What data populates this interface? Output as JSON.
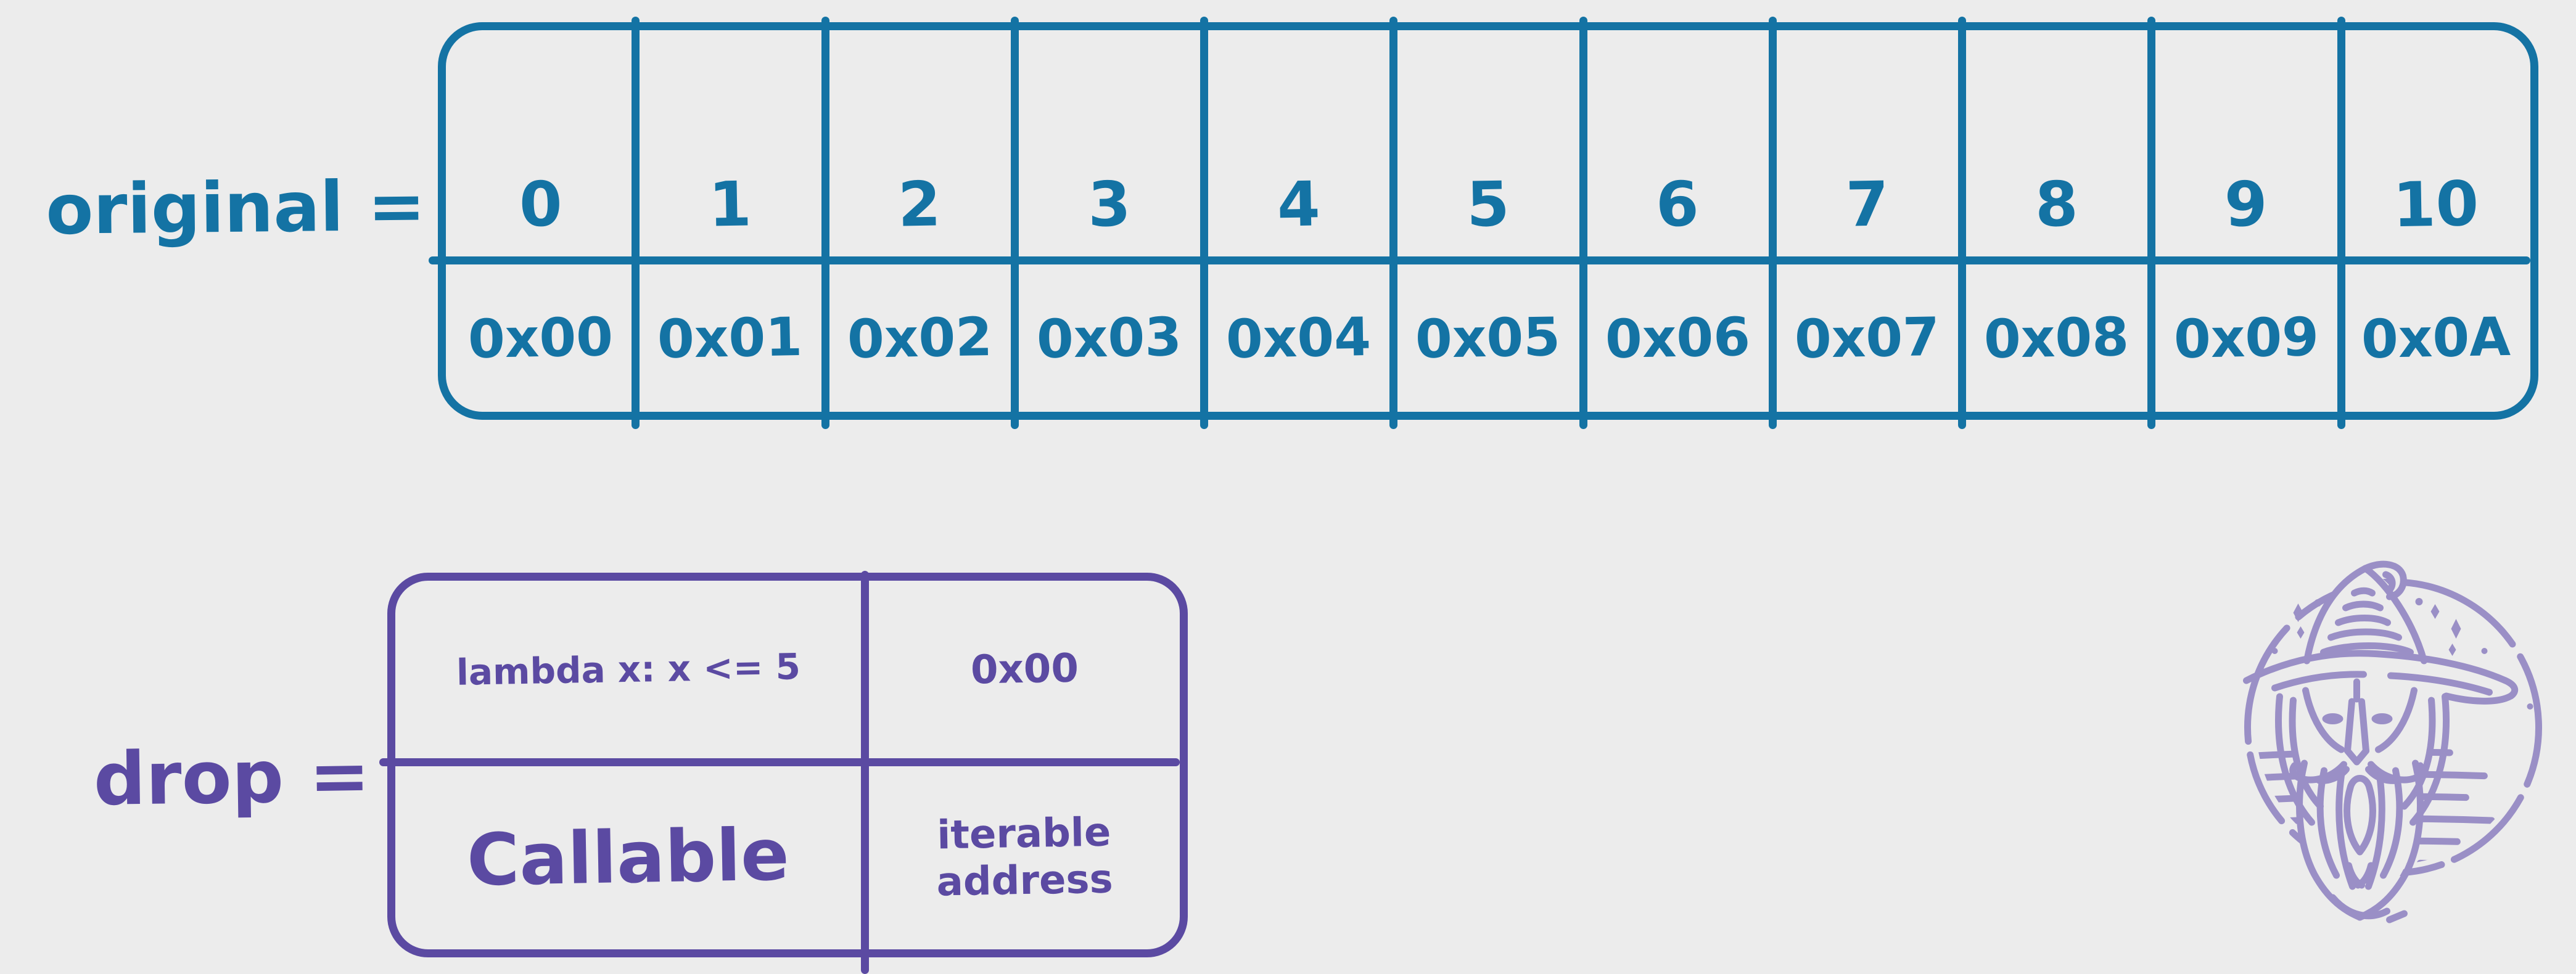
{
  "background": "#ececec",
  "colors": {
    "original_table_teal": "#1473a4",
    "drop_table_purple": "#5b4aa2",
    "wizard_purple": "#9a8fc6"
  },
  "original_table": {
    "label": "original =",
    "indices": [
      "0",
      "1",
      "2",
      "3",
      "4",
      "5",
      "6",
      "7",
      "8",
      "9",
      "10"
    ],
    "addresses": [
      "0x00",
      "0x01",
      "0x02",
      "0x03",
      "0x04",
      "0x05",
      "0x06",
      "0x07",
      "0x08",
      "0x09",
      "0x0A"
    ]
  },
  "drop_table": {
    "label": "drop =",
    "predicate": "lambda x: x <= 5",
    "predicate_address": "0x00",
    "predicate_type": "Callable",
    "address_type": "iterable address"
  },
  "icons": {
    "wizard": "wizard-illustration"
  }
}
